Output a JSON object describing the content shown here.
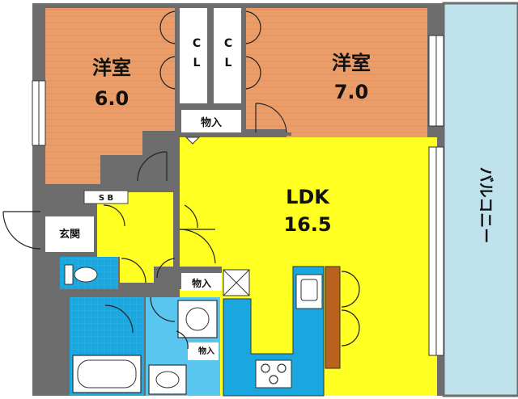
{
  "rooms": {
    "western_6": {
      "name": "洋室",
      "size": "6.0"
    },
    "western_7": {
      "name": "洋室",
      "size": "7.0"
    },
    "ldk": {
      "name": "LDK",
      "size": "16.5"
    },
    "entrance": {
      "name": "玄関"
    },
    "balcony": {
      "name": "バルコニー"
    }
  },
  "closets": [
    {
      "line1": "C",
      "line2": "L"
    },
    {
      "line1": "C",
      "line2": "L"
    }
  ],
  "storage": [
    {
      "label": "物入"
    },
    {
      "label": "物入"
    },
    {
      "label": "物入"
    }
  ],
  "shoe_box": {
    "label": "S B"
  },
  "colors": {
    "western_room": "#ea9d68",
    "ldk": "#ffff22",
    "wet_area": "#1aa7df",
    "wet_area_light": "#58c6ef",
    "balcony": "#bfe2ec",
    "wall": "#6d6d6d",
    "counter": "#b8621c"
  }
}
